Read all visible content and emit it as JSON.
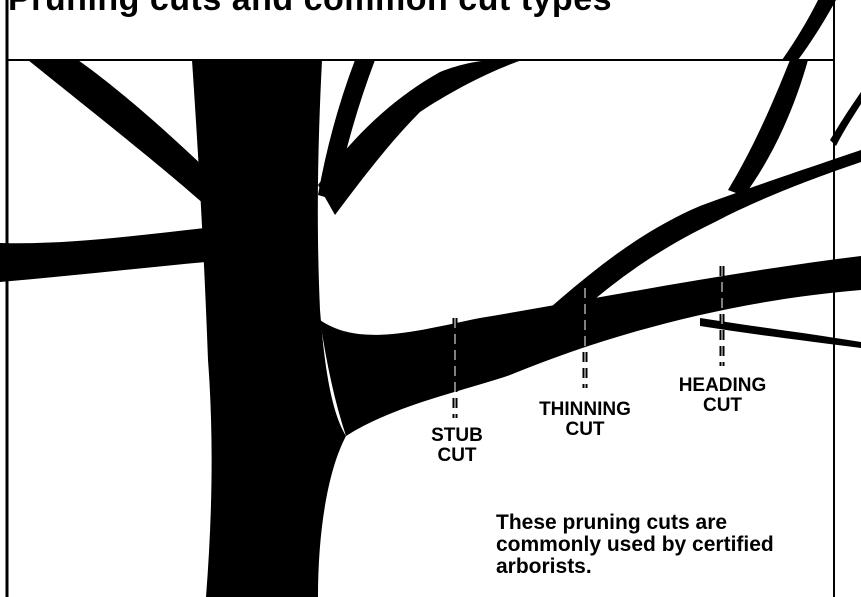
{
  "header": {
    "title": "Pruning cuts and common cut types"
  },
  "cut_labels": {
    "stub": {
      "line1": "Stub",
      "line2": "Cut"
    },
    "thinning": {
      "line1": "Thinning",
      "line2": "Cut"
    },
    "heading": {
      "line1": "Heading",
      "line2": "Cut"
    }
  },
  "caption": {
    "text": "These pruning cuts are commonly used by certified arborists."
  },
  "colors": {
    "ink": "#000000",
    "paper": "#ffffff"
  }
}
